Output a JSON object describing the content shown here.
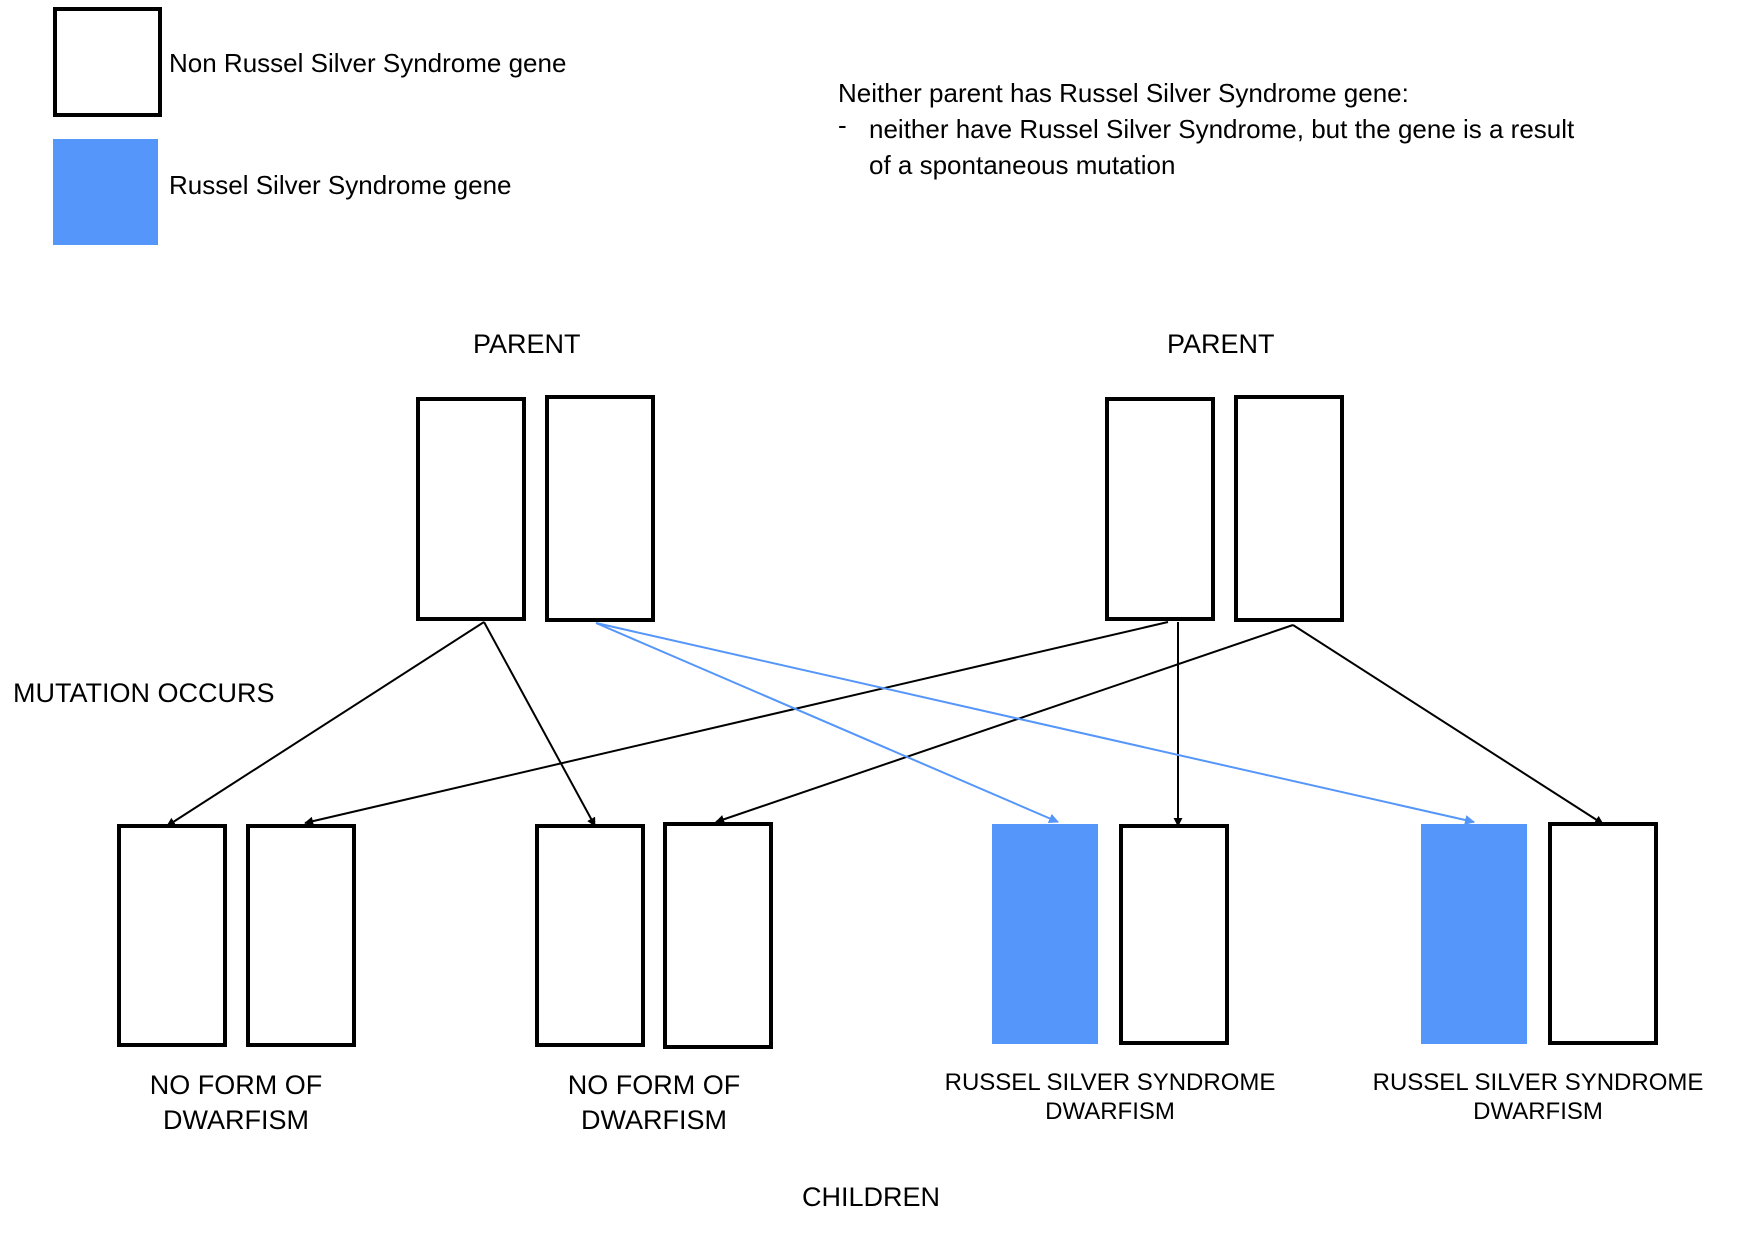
{
  "colors": {
    "affected": "#5596fa",
    "stroke": "#000000",
    "background": "#ffffff"
  },
  "legend": {
    "normal_label": "Non Russel Silver Syndrome gene",
    "affected_label": "Russel Silver Syndrome gene"
  },
  "note": {
    "line1": "Neither parent has Russel Silver Syndrome gene:",
    "bullet": "-",
    "line2": "neither have Russel Silver Syndrome, but the gene is a result",
    "line3": "of a spontaneous mutation"
  },
  "parents": [
    {
      "label": "PARENT",
      "genes": [
        "normal",
        "normal"
      ]
    },
    {
      "label": "PARENT",
      "genes": [
        "normal",
        "normal"
      ]
    }
  ],
  "mutation_label": "MUTATION OCCURS",
  "children": [
    {
      "caption_line1": "NO FORM OF",
      "caption_line2": "DWARFISM",
      "genes": [
        "normal",
        "normal"
      ]
    },
    {
      "caption_line1": "NO FORM OF",
      "caption_line2": "DWARFISM",
      "genes": [
        "normal",
        "normal"
      ]
    },
    {
      "caption_line1": "RUSSEL SILVER SYNDROME",
      "caption_line2": "DWARFISM",
      "genes": [
        "affected",
        "normal"
      ]
    },
    {
      "caption_line1": "RUSSEL SILVER SYNDROME",
      "caption_line2": "DWARFISM",
      "genes": [
        "affected",
        "normal"
      ]
    }
  ],
  "children_label": "CHILDREN"
}
